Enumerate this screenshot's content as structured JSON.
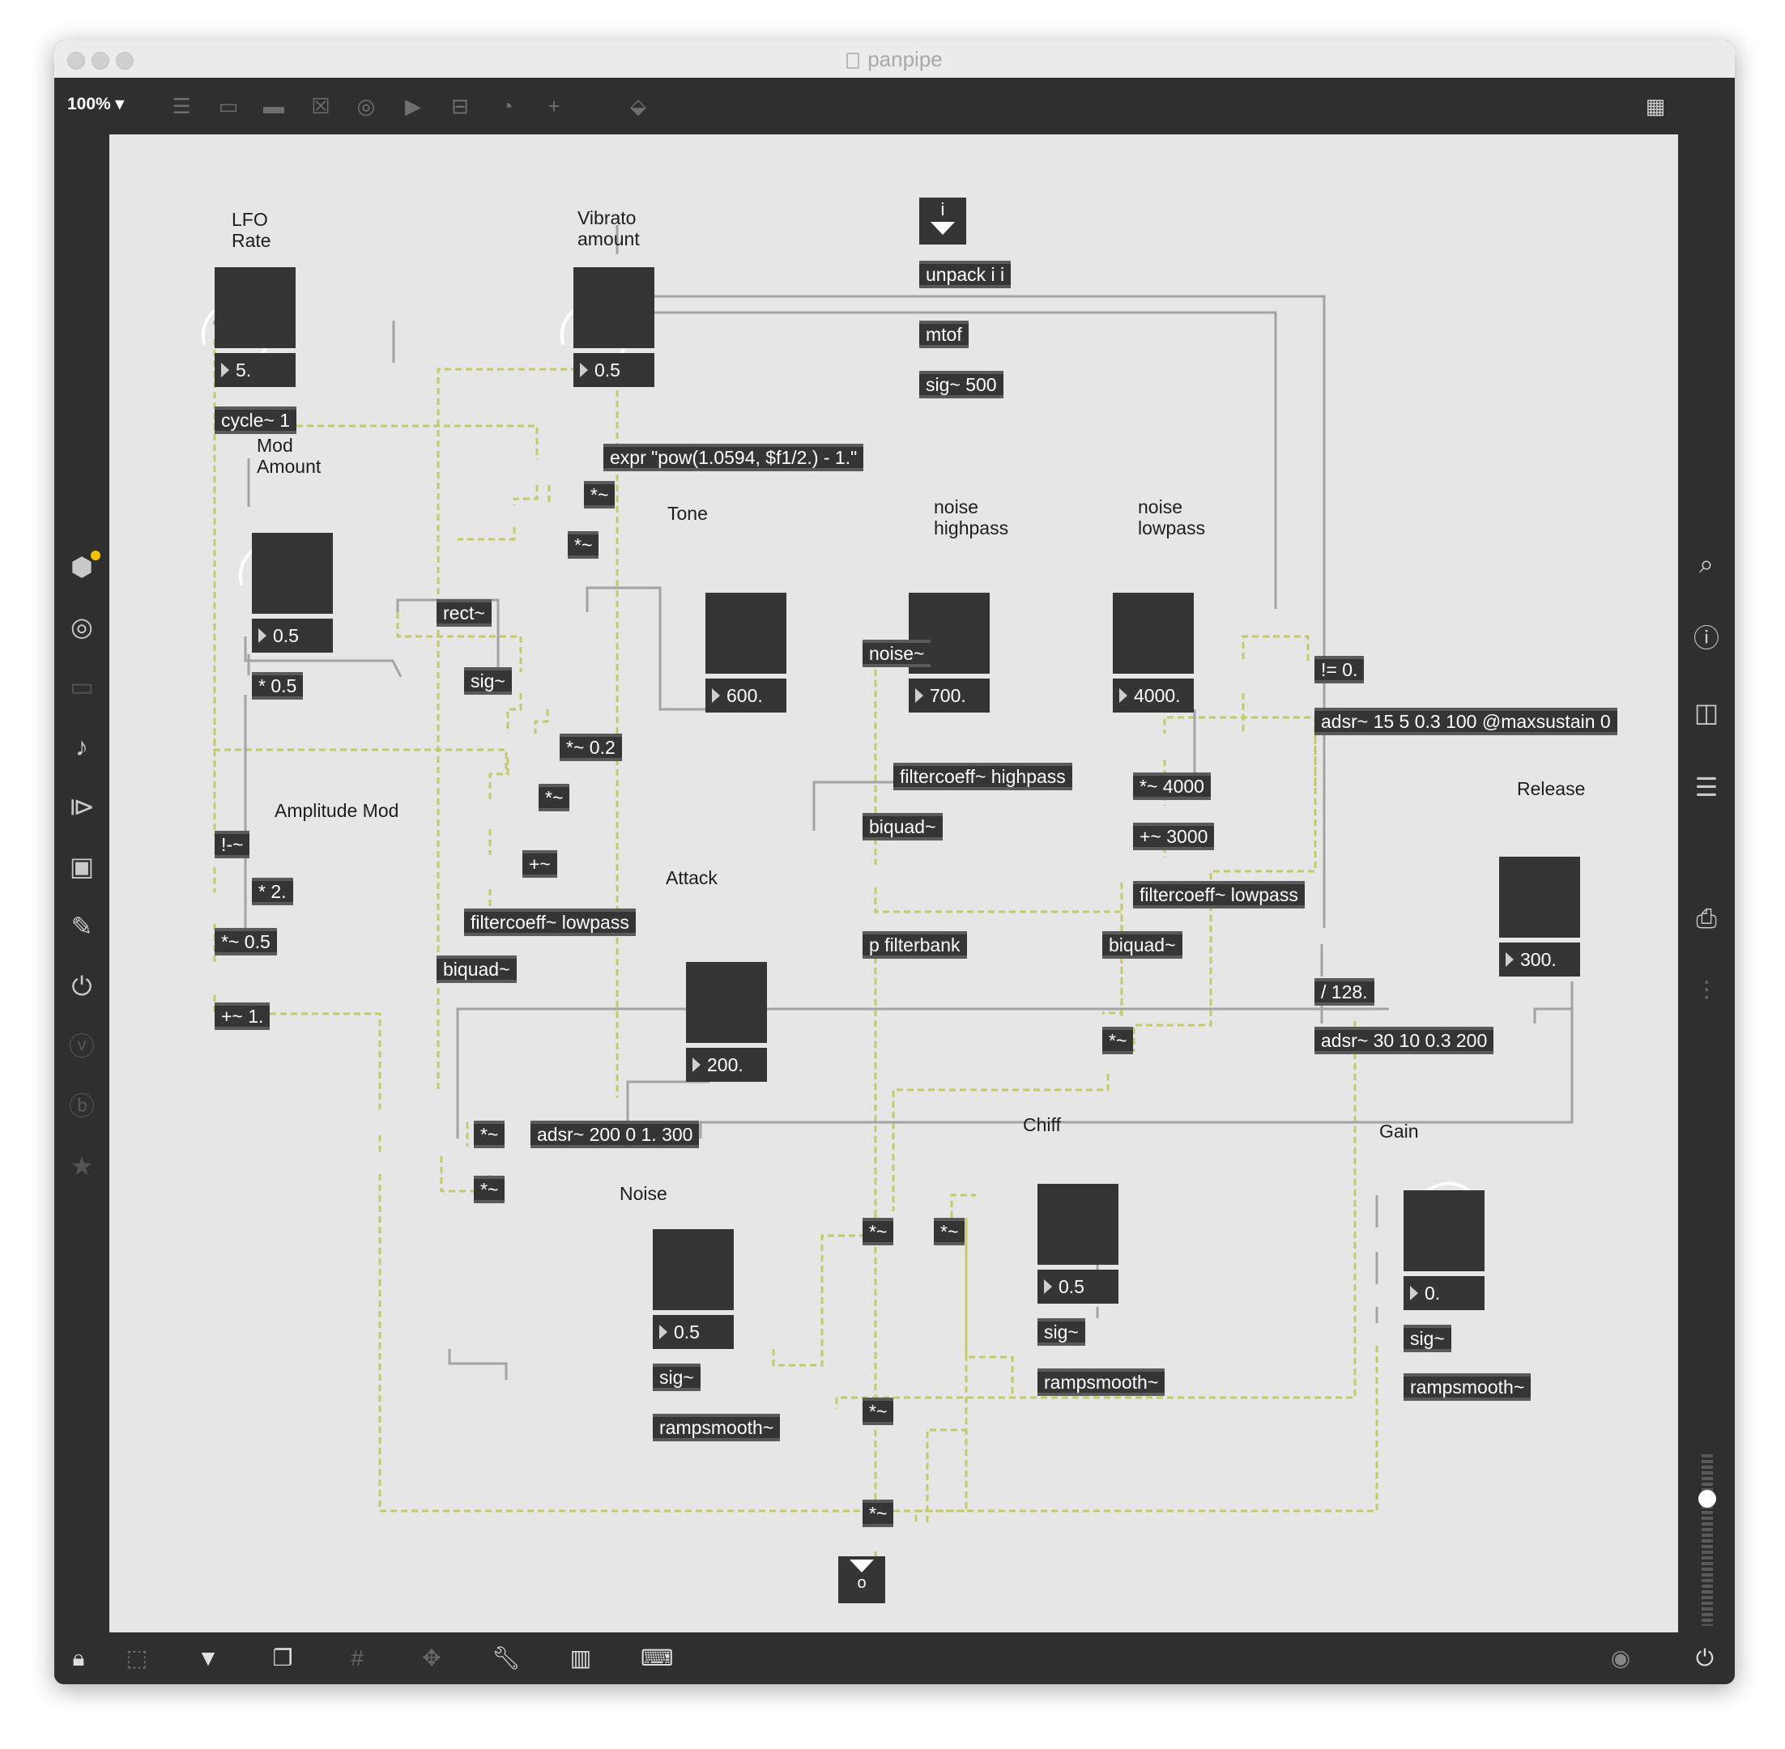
{
  "window": {
    "title": "panpipe",
    "zoom": "100%"
  },
  "toolbar_icons": [
    "patcher-icon",
    "message-icon",
    "comment-icon",
    "toggle-icon",
    "button-icon",
    "play-icon",
    "slider-icon",
    "dial-icon",
    "add-icon",
    "paint-icon",
    "grid-view-icon"
  ],
  "left_sidebar_icons": [
    "packages-icon",
    "object-icon",
    "device-icon",
    "music-note-icon",
    "media-icon",
    "image-icon",
    "clip-icon",
    "plug-icon",
    "vimeo-icon",
    "b-icon",
    "star-icon"
  ],
  "right_sidebar_icons": [
    "search-icon",
    "info-icon",
    "columns-icon",
    "list-icon",
    "snapshot-icon",
    "mixer-icon"
  ],
  "bottom_icons": [
    "lock-icon",
    "presentation-select-icon",
    "presentation-icon",
    "windows-icon",
    "grid-icon",
    "snap-icon",
    "wrench-icon",
    "keyboard-icon",
    "computer-keyboard-icon",
    "transport-icon",
    "power-icon"
  ],
  "comments": {
    "lfo_rate": "LFO\nRate",
    "vibrato_amount": "Vibrato\namount",
    "mod_amount": "Mod\nAmount",
    "tone": "Tone",
    "noise_highpass": "noise\nhighpass",
    "noise_lowpass": "noise\nlowpass",
    "release": "Release",
    "amplitude_mod": "Amplitude Mod",
    "attack": "Attack",
    "chiff": "Chiff",
    "gain": "Gain",
    "noise": "Noise"
  },
  "numbers": {
    "lfo_rate": "5.",
    "vibrato": "0.5",
    "mod_amount": "0.5",
    "tone": "600.",
    "highpass": "700.",
    "lowpass": "4000.",
    "release": "300.",
    "attack": "200.",
    "chiff": "0.5",
    "gain": "0.",
    "noise": "0.5"
  },
  "objects": {
    "unpack": "unpack i i",
    "mtof": "mtof",
    "sig500": "sig~ 500",
    "cycle": "cycle~ 1",
    "expr": "expr \"pow(1.0594, $f1/2.) - 1.\"",
    "mul_a": "*~",
    "mul_b": "*~",
    "rect": "rect~",
    "sig_tone": "sig~",
    "mul_05": "* 0.5",
    "mul_02": "*~ 0.2",
    "mul_c": "*~",
    "plus_a": "+~",
    "noise": "noise~",
    "filt_hp": "filtercoeff~ highpass",
    "biquad_hp": "biquad~",
    "neq": "!= 0.",
    "adsr_main": "adsr~ 15 5 0.3 100 @maxsustain 0",
    "mul_4000": "*~ 4000",
    "plus_3000": "+~ 3000",
    "filt_lp": "filtercoeff~ lowpass",
    "biquad_lp": "biquad~",
    "not": "!-~",
    "mul_2": "* 2.",
    "mul_05b": "*~ 0.5",
    "plus_1": "+~ 1.",
    "filt_lp2": "filtercoeff~ lowpass",
    "biquad_2": "biquad~",
    "pfilterbank": "p filterbank",
    "div128": "/ 128.",
    "mul_d": "*~",
    "adsr_chiff": "adsr~ 30 10 0.3 200",
    "mul_e": "*~",
    "adsr_amp": "adsr~ 200 0 1. 300",
    "mul_f": "*~",
    "mul_g": "*~",
    "mul_h": "*~",
    "sig_chiff": "sig~",
    "ramp_chiff": "rampsmooth~",
    "sig_gain": "sig~",
    "ramp_gain": "rampsmooth~",
    "sig_noise": "sig~",
    "ramp_noise": "rampsmooth~",
    "mul_i": "*~",
    "mul_out": "*~"
  },
  "inlet_label": "i",
  "outlet_label": "o",
  "colors": {
    "canvas": "#e6e6e6",
    "object": "#353535",
    "signal_cord": "#c4c96a",
    "control_cord": "#a3a3a3",
    "frame": "#2f2f2f"
  }
}
